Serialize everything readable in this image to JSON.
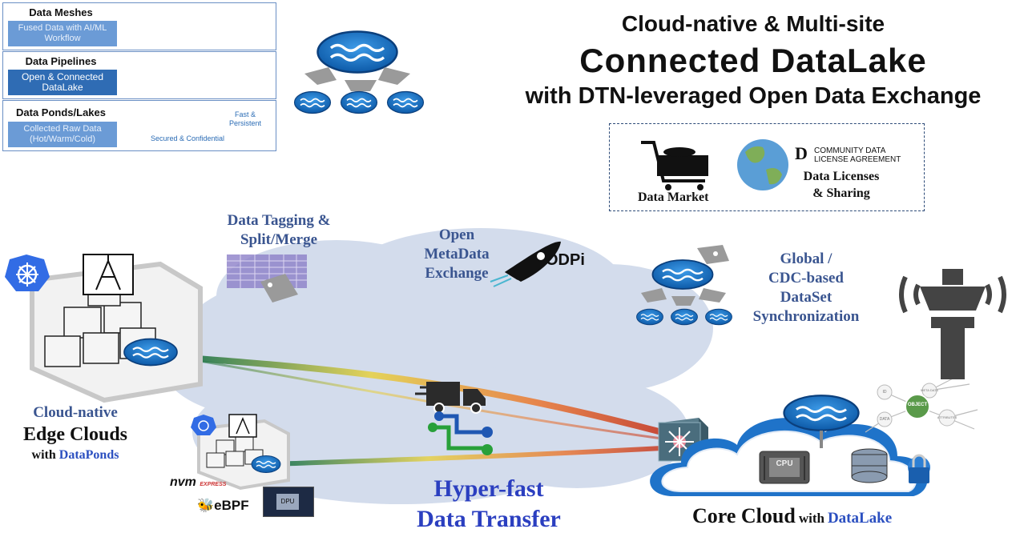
{
  "legend": [
    {
      "title": "Data Meshes",
      "box": "Fused Data with AI/ML Workflow"
    },
    {
      "title": "Data Pipelines",
      "box": "Open & Connected DataLake"
    },
    {
      "title": "Data Ponds/Lakes",
      "box": "Collected Raw Data (Hot/Warm/Cold)",
      "note1": "Fast & Persistent",
      "note2": "Secured & Confidential"
    }
  ],
  "title": {
    "line1": "Cloud-native & Multi-site",
    "line2": "Connected DataLake",
    "line3": "with DTN-leveraged Open Data Exchange"
  },
  "market": {
    "data_market": "Data Market",
    "cdla_line1": "COMMUNITY DATA",
    "cdla_line2": "LICENSE AGREEMENT",
    "cdla_logo": "D",
    "licenses_line1": "Data Licenses",
    "licenses_line2": "& Sharing"
  },
  "labels": {
    "tagging_line1": "Data Tagging &",
    "tagging_line2": "Split/Merge",
    "meta_line1": "Open",
    "meta_line2": "MetaData",
    "meta_line3": "Exchange",
    "odpi": "ODPi",
    "sync_line1": "Global /",
    "sync_line2": "CDC-based",
    "sync_line3": "DataSet",
    "sync_line4": "Synchronization",
    "edge_line1": "Cloud-native",
    "edge_line2": "Edge Clouds",
    "edge_with": "with",
    "edge_ponds": "DataPonds",
    "transfer_line1": "Hyper-fast",
    "transfer_line2": "Data Transfer",
    "core_main": "Core Cloud",
    "core_with": "with",
    "core_lake": "DataLake",
    "nvm": "nvm",
    "nvm_express": "EXPRESS",
    "ebpf": "eBPF",
    "dpu": "DPU",
    "cpu": "CPU",
    "object": "OBJECT",
    "graph_nodes": [
      "ID",
      "META DATA",
      "DATA",
      "ATTRIBUTES"
    ]
  },
  "colors": {
    "lake": "#1f6fc1",
    "cloud": "#d3dcec",
    "navy_text": "#1f3d8a",
    "label_text": "#3a5590",
    "panel_box": "#6b9bd6",
    "panel_box_dark": "#2f6cb4"
  }
}
